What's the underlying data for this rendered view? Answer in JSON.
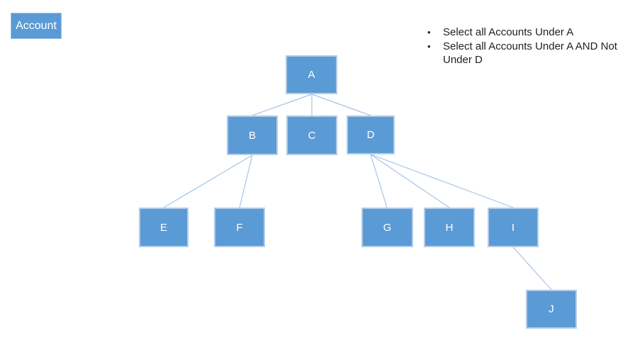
{
  "legend": {
    "account_label": "Account"
  },
  "notes": {
    "bullet_char": "•",
    "items": [
      "Select all Accounts Under A",
      "Select all Accounts Under A AND Not Under D"
    ]
  },
  "tree": {
    "nodes": [
      {
        "id": "A",
        "label": "A"
      },
      {
        "id": "B",
        "label": "B"
      },
      {
        "id": "C",
        "label": "C"
      },
      {
        "id": "D",
        "label": "D"
      },
      {
        "id": "E",
        "label": "E"
      },
      {
        "id": "F",
        "label": "F"
      },
      {
        "id": "G",
        "label": "G"
      },
      {
        "id": "H",
        "label": "H"
      },
      {
        "id": "I",
        "label": "I"
      },
      {
        "id": "J",
        "label": "J"
      }
    ],
    "edges": [
      {
        "from": "A",
        "to": "B"
      },
      {
        "from": "A",
        "to": "C"
      },
      {
        "from": "A",
        "to": "D"
      },
      {
        "from": "B",
        "to": "E"
      },
      {
        "from": "B",
        "to": "F"
      },
      {
        "from": "D",
        "to": "G"
      },
      {
        "from": "D",
        "to": "H"
      },
      {
        "from": "D",
        "to": "I"
      },
      {
        "from": "I",
        "to": "J"
      }
    ]
  },
  "colors": {
    "node_fill": "#5b9bd5",
    "node_border": "#b3cce8",
    "connector_line": "#a6c5e8",
    "node_text": "#ffffff",
    "note_text": "#1f1f1f",
    "background": "#ffffff"
  }
}
